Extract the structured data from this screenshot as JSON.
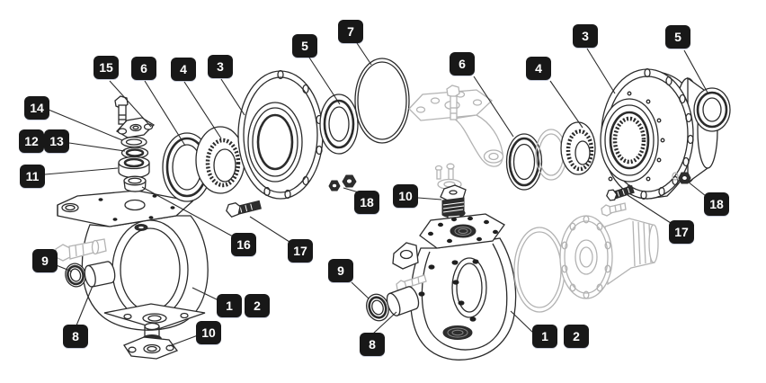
{
  "figure": {
    "type": "exploded-parts-diagram",
    "subject": "steering knuckle and wheel hub assemblies (left and right views)",
    "background_color": "#ffffff",
    "line_color": "#2b2b2b",
    "ghost_part_color": "#b3b3b3",
    "callout_style": {
      "background": "#181818",
      "text_color": "#ffffff"
    }
  },
  "callouts": {
    "left": [
      {
        "number": "15"
      },
      {
        "number": "6"
      },
      {
        "number": "4"
      },
      {
        "number": "3"
      },
      {
        "number": "5"
      },
      {
        "number": "7"
      },
      {
        "number": "14"
      },
      {
        "number": "12"
      },
      {
        "number": "13"
      },
      {
        "number": "11"
      },
      {
        "number": "16"
      },
      {
        "number": "17"
      },
      {
        "number": "18"
      },
      {
        "number": "9"
      },
      {
        "number": "8"
      },
      {
        "number": "1"
      },
      {
        "number": "2"
      },
      {
        "number": "10"
      }
    ],
    "right": [
      {
        "number": "6"
      },
      {
        "number": "4"
      },
      {
        "number": "3"
      },
      {
        "number": "5"
      },
      {
        "number": "10"
      },
      {
        "number": "17"
      },
      {
        "number": "18"
      },
      {
        "number": "9"
      },
      {
        "number": "8"
      },
      {
        "number": "1"
      },
      {
        "number": "2"
      }
    ]
  }
}
